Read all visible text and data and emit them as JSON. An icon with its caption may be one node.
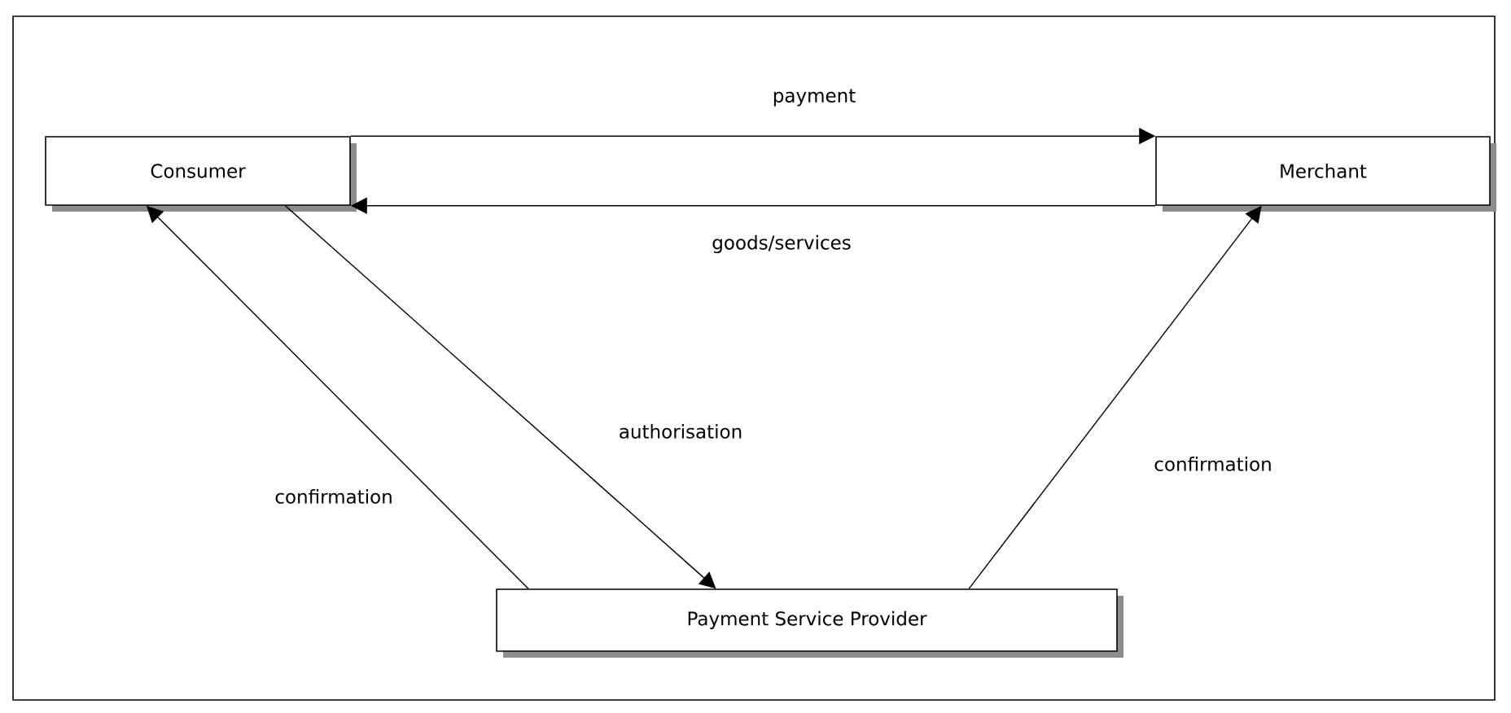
{
  "diagram": {
    "nodes": [
      {
        "text": [
          "Consumer"
        ]
      },
      {
        "text": [
          "Merchant"
        ]
      },
      {
        "text": [
          "Payment Service Provider"
        ]
      }
    ],
    "edges": [
      {
        "from": 0,
        "to": 1,
        "arrow": "to",
        "label": "payment"
      },
      {
        "from": 1,
        "to": 0,
        "arrow": "to",
        "label": "goods/services"
      },
      {
        "from": 0,
        "to": 2,
        "arrow": "to",
        "label": "authorisation"
      },
      {
        "from": 2,
        "to": 0,
        "arrow": "to",
        "label": "confirmation"
      },
      {
        "from": 2,
        "to": 1,
        "arrow": "to",
        "label": "confirmation"
      }
    ]
  }
}
